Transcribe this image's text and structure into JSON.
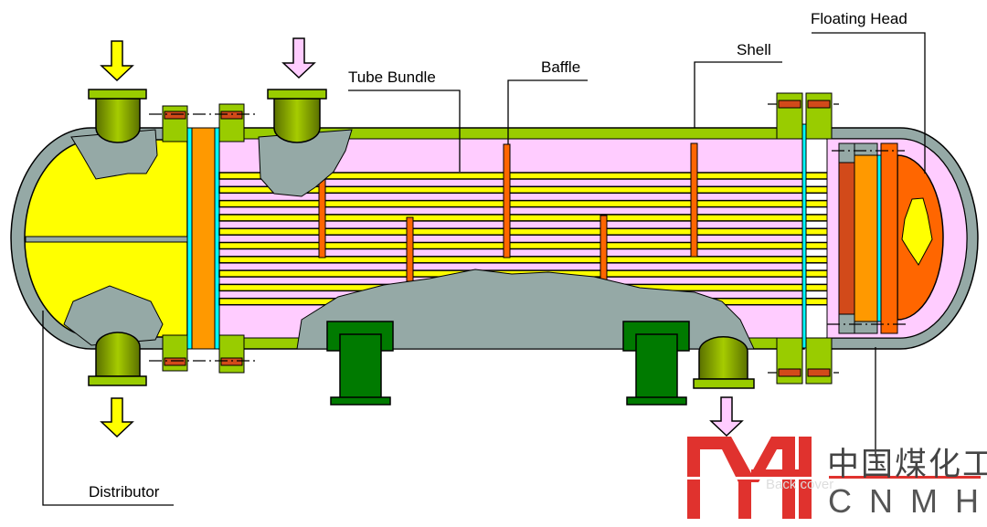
{
  "labels": {
    "floating_head": "Floating Head",
    "shell": "Shell",
    "baffle": "Baffle",
    "tube_bundle": "Tube Bundle",
    "distributor": "Distributor"
  },
  "logo": {
    "mark": "MH",
    "chinese": "中国煤化工",
    "english": "CNMHG",
    "watermark": "Back cover"
  },
  "colors": {
    "shell_green": "#99cc00",
    "tube_yellow": "#ffff00",
    "shell_side_pink": "#ffccff",
    "cutaway_gray": "#95a9a6",
    "tubesheet_orange": "#ff9900",
    "floating_head_orange": "#ff6600",
    "gasket_cyan": "#00ffff",
    "saddle_green": "#007a00",
    "logo_red": "#e0322e"
  }
}
